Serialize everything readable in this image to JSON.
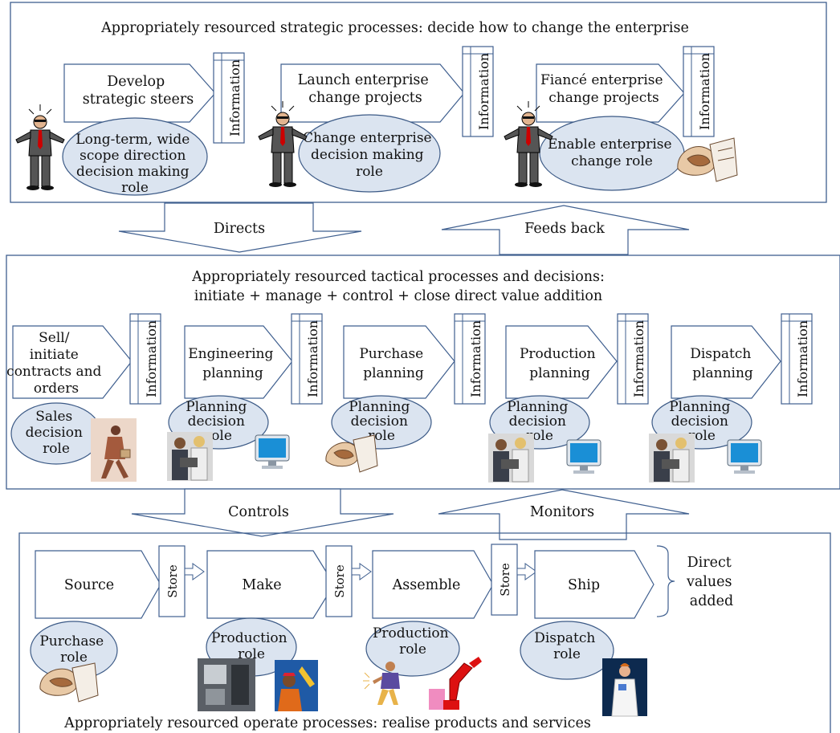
{
  "strategic": {
    "title": "Appropriately resourced strategic processes: decide how to change the enterprise",
    "processes": [
      {
        "label": [
          "Develop",
          "strategic steers"
        ],
        "info": "Information",
        "role": [
          "Long-term, wide",
          "scope direction",
          "decision making",
          "role"
        ]
      },
      {
        "label": [
          "Launch enterprise",
          "change projects"
        ],
        "info": "Information",
        "role": [
          "Change enterprise",
          "decision making",
          "role"
        ]
      },
      {
        "label": [
          "Fiancé enterprise",
          "change projects"
        ],
        "info": "Information",
        "role": [
          "Enable enterprise",
          "change role"
        ]
      }
    ]
  },
  "flows": {
    "directs": "Directs",
    "feeds_back": "Feeds back",
    "controls": "Controls",
    "monitors": "Monitors"
  },
  "tactical": {
    "title_line1": "Appropriately resourced tactical processes and decisions:",
    "title_line2": "initiate + manage + control + close direct value addition",
    "processes": [
      {
        "label": [
          "Sell/",
          "initiate",
          "contracts and",
          "orders"
        ],
        "info": "Information",
        "role": [
          "Sales",
          "decision",
          "role"
        ]
      },
      {
        "label": [
          "Engineering",
          "planning"
        ],
        "info": "Information",
        "role": [
          "Planning",
          "decision",
          "role"
        ]
      },
      {
        "label": [
          "Purchase",
          "planning"
        ],
        "info": "Information",
        "role": [
          "Planning",
          "decision",
          "role"
        ]
      },
      {
        "label": [
          "Production",
          "planning"
        ],
        "info": "Information",
        "role": [
          "Planning",
          "decision",
          "role"
        ]
      },
      {
        "label": [
          "Dispatch",
          "planning"
        ],
        "info": "Information",
        "role": [
          "Planning",
          "decision",
          "role"
        ]
      }
    ]
  },
  "operate": {
    "title": "Appropriately resourced operate processes: realise products and services",
    "processes": [
      {
        "label": "Source",
        "role": [
          "Purchase",
          "role"
        ]
      },
      {
        "label": "Make",
        "role": [
          "Production",
          "role"
        ]
      },
      {
        "label": "Assemble",
        "role": [
          "Production",
          "role"
        ]
      },
      {
        "label": "Ship",
        "role": [
          "Dispatch",
          "role"
        ]
      }
    ],
    "store": "Store",
    "direct_values": [
      "Direct",
      "values",
      "added"
    ]
  },
  "colors": {
    "ellipse_fill": "#dbe4f0",
    "ellipse_stroke": "#3c5a86",
    "stroke": "#3f5f8f"
  },
  "icons": [
    "businessman-icon",
    "handshake-icon",
    "businesswoman-icon",
    "team-laptop-icon",
    "monitor-icon",
    "machine-icon",
    "worker-icon",
    "robot-arm-icon",
    "doctor-icon"
  ]
}
